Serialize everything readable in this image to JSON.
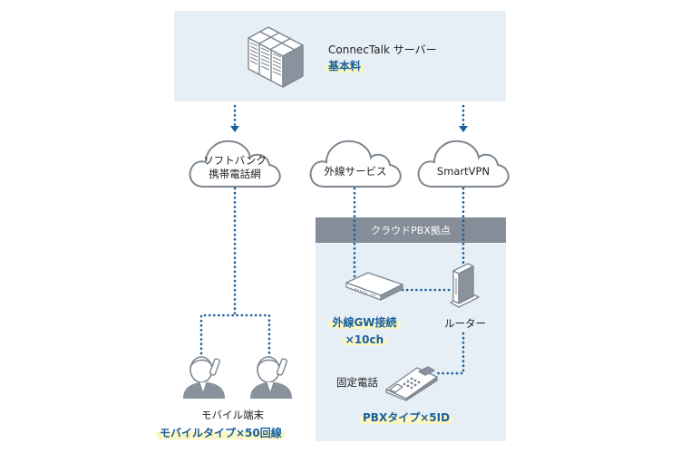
{
  "server": {
    "title": "ConnecTalk サーバー",
    "tag": "基本料"
  },
  "clouds": [
    {
      "label_lines": [
        "ソフトバンク",
        "携帯電話網"
      ]
    },
    {
      "label_lines": [
        "外線サービス"
      ]
    },
    {
      "label_lines": [
        "SmartVPN"
      ]
    }
  ],
  "cloud_pbx": {
    "band_label": "クラウドPBX拠点",
    "gateway_tag_lines": [
      "外線GW接続",
      "×10ch"
    ],
    "router_label": "ルーター",
    "desk_phone_label": "固定電話",
    "desk_phone_tag": "PBXタイプ×5ID"
  },
  "mobile": {
    "label": "モバイル端末",
    "tag": "モバイルタイプ×50回線"
  },
  "colors": {
    "panel": "#e6eef6",
    "band": "#848d98",
    "connector": "#1a5f9c",
    "highlight": "#fbf6c2",
    "icon_gray": "#7d8690"
  }
}
